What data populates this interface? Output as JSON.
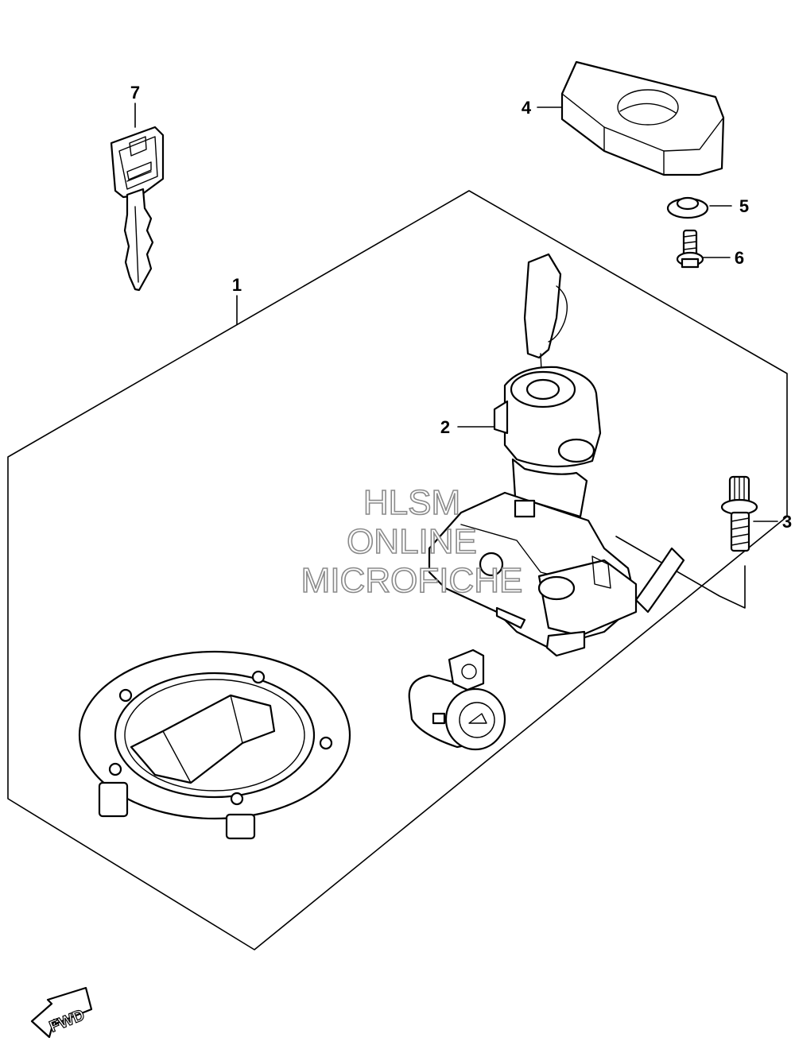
{
  "parts": [
    {
      "number": "1"
    },
    {
      "number": "2"
    },
    {
      "number": "3"
    },
    {
      "number": "4"
    },
    {
      "number": "5"
    },
    {
      "number": "6"
    },
    {
      "number": "7"
    }
  ],
  "watermark": {
    "line1": "HLSM",
    "line2": "ONLINE",
    "line3": "MICROFICHE"
  },
  "direction_arrow": {
    "label": "FWD"
  }
}
